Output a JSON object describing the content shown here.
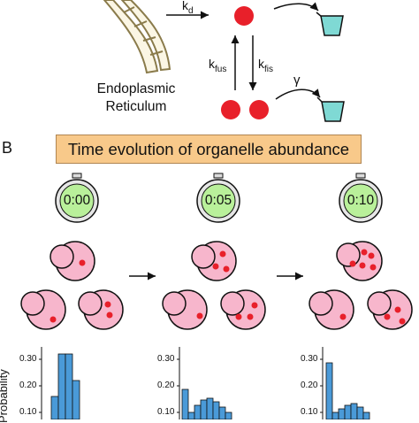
{
  "panel_label": "B",
  "banner_title": "Time evolution of organelle abundance",
  "er_label_line1": "Endoplasmic",
  "er_label_line2": "Reticulum",
  "rates": {
    "kd": {
      "base": "k",
      "sub": "d"
    },
    "kfus": {
      "base": "k",
      "sub": "fus"
    },
    "kfis": {
      "base": "k",
      "sub": "fis"
    },
    "gamma": "γ"
  },
  "timers": [
    "0:00",
    "0:05",
    "0:10"
  ],
  "histograms": {
    "ylabel": "Probability",
    "yticks": [
      "0.30",
      "0.20",
      "0.10"
    ]
  },
  "colors": {
    "organelle": "#e8202a",
    "cell": "#f7b6cc",
    "timer_face": "#b9f09a",
    "beaker_liquid": "#7fd9d4",
    "bar": "#4a9ad8",
    "banner": "#f8c98a"
  }
}
